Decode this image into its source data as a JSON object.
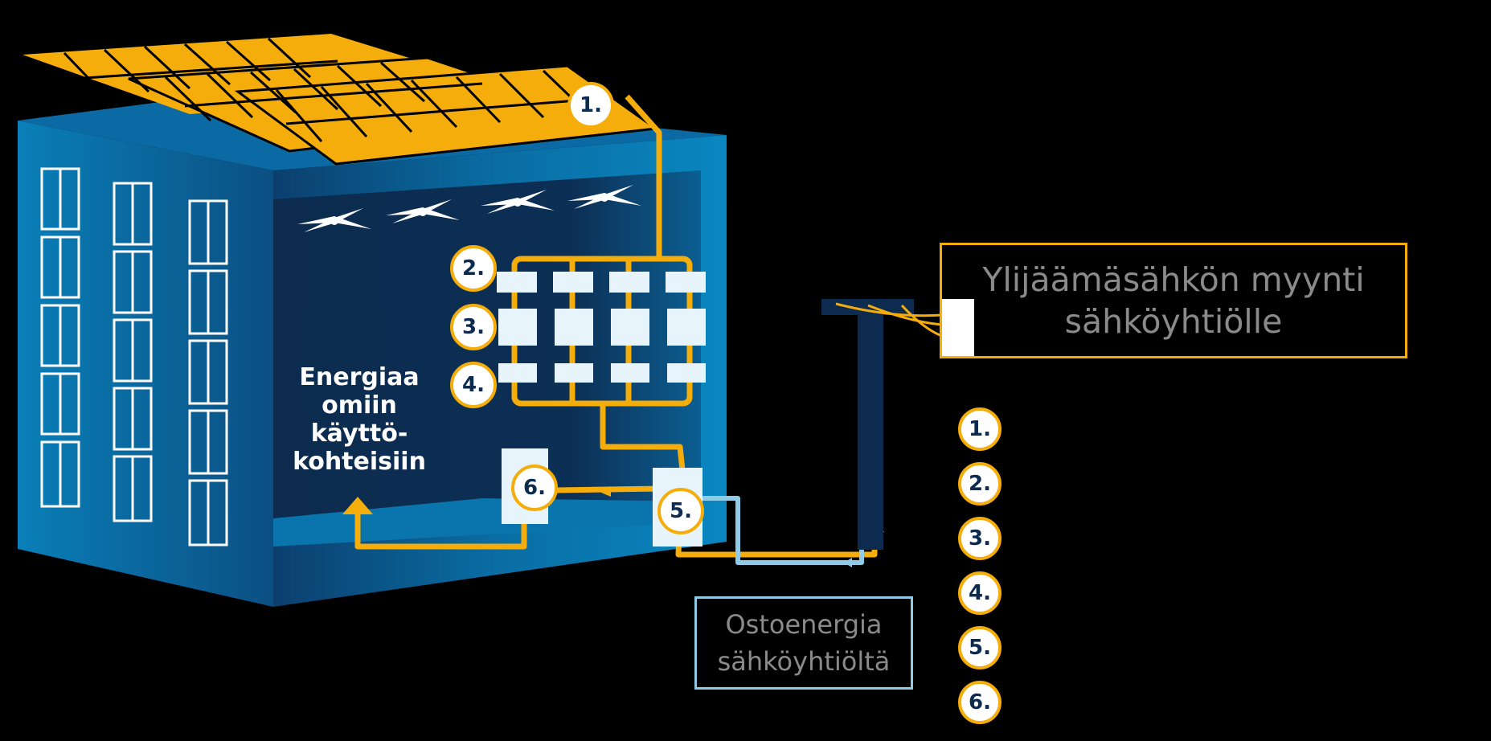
{
  "building": {
    "label_lines": [
      "Energiaa",
      "omiin",
      "käyttö-",
      "kohteisiin"
    ]
  },
  "callouts": {
    "diagram": [
      "1.",
      "2.",
      "3.",
      "4.",
      "5.",
      "6."
    ],
    "legend": [
      "1.",
      "2.",
      "3.",
      "4.",
      "5.",
      "6."
    ]
  },
  "sell_box": {
    "lines": [
      "Ylijäämäsähkön myynti",
      "sähköyhtiölle"
    ]
  },
  "buy_box": {
    "lines": [
      "Ostoenergia",
      "sähköyhtiöltä"
    ]
  },
  "colors": {
    "background": "#000000",
    "building_light": "#0a7db5",
    "building_dark": "#0c2b4e",
    "solar": "#f5ad0c",
    "grid_flow": "#8fcbe6",
    "badge_text": "#0d2a4f"
  }
}
